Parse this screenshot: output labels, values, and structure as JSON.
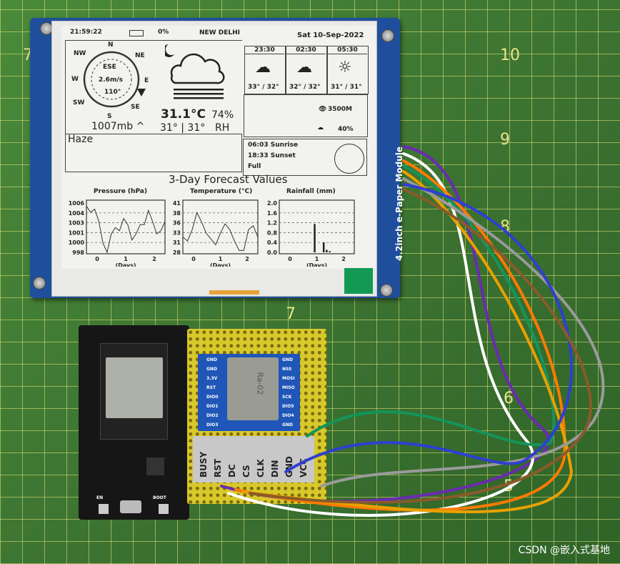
{
  "mat_numbers": [
    "7",
    "10",
    "9",
    "8",
    "7",
    "6",
    "5"
  ],
  "module": {
    "side_label": "4.2inch  e-Paper  Module"
  },
  "screen": {
    "time": "21:59:22",
    "battery": "0%",
    "city": "NEW DELHI",
    "date": "Sat  10-Sep-2022",
    "compass": {
      "dirs": [
        "N",
        "NE",
        "E",
        "SE",
        "S",
        "SW",
        "W",
        "NW"
      ],
      "wind_dir": "ESE",
      "wind_speed": "2.6m/s",
      "wind_deg": "110°"
    },
    "pressure": "1007mb ^",
    "temp": "31.1°C",
    "humidity": "74%",
    "hilo": "31° | 31°",
    "rh": "RH",
    "forecast": [
      {
        "time": "23:30",
        "temps": "33° / 32°",
        "icon": "moon-cloud"
      },
      {
        "time": "02:30",
        "temps": "32° / 32°",
        "icon": "moon-cloud"
      },
      {
        "time": "05:30",
        "temps": "31° / 31°",
        "icon": "moon-sun"
      }
    ],
    "visibility": "3500M",
    "cloud_cover": "40%",
    "condition": "Haze",
    "sunrise": "06:03 Sunrise",
    "sunset": "18:33 Sunset",
    "moon_phase": "Full",
    "forecast_title": "3-Day Forecast Values"
  },
  "chart_data": [
    {
      "type": "line",
      "title": "Pressure (hPa)",
      "xlabel": "(Days)",
      "x_ticks": [
        "0",
        "1",
        "2"
      ],
      "y_ticks": [
        "1006",
        "1004",
        "1003",
        "1001",
        "1000",
        "998"
      ],
      "ylim": [
        998,
        1006
      ],
      "values": [
        1005.5,
        1004.5,
        1005,
        1003,
        999.5,
        998,
        1001,
        1002,
        1001.5,
        1003.5,
        1002.5,
        1000,
        1001,
        1002.5,
        1002.5,
        1004.8,
        1003,
        1001,
        1001.5,
        1003
      ]
    },
    {
      "type": "line",
      "title": "Temperature (°C)",
      "xlabel": "(Days)",
      "x_ticks": [
        "0",
        "1",
        "2"
      ],
      "y_ticks": [
        "41",
        "38",
        "36",
        "33",
        "31",
        "28"
      ],
      "ylim": [
        28,
        41
      ],
      "values": [
        32,
        31,
        34,
        38.5,
        36,
        33,
        31.5,
        30,
        33,
        35.5,
        34,
        31,
        28.5,
        28.5,
        34,
        35,
        32
      ]
    },
    {
      "type": "bar",
      "title": "Rainfall (mm)",
      "xlabel": "(Days)",
      "x_ticks": [
        "0",
        "1",
        "2"
      ],
      "y_ticks": [
        "2.0",
        "1.6",
        "1.2",
        "0.8",
        "0.4",
        "0.0"
      ],
      "ylim": [
        0,
        2
      ],
      "values": [
        0,
        0,
        0,
        0,
        0,
        0,
        0,
        0,
        0,
        0,
        0,
        1.15,
        0,
        0,
        0.4,
        0.1,
        0.05,
        0,
        0,
        0,
        0,
        0,
        0,
        0
      ]
    }
  ],
  "lora": {
    "left_pins": [
      "GND",
      "GND",
      "3.3V",
      "RST",
      "DIO0",
      "DIO1",
      "DIO2",
      "DIO3"
    ],
    "right_pins": [
      "GND",
      "NSS",
      "MOSI",
      "MISO",
      "SCK",
      "DIO5",
      "DIO4",
      "GND"
    ],
    "chip": "Ra-02"
  },
  "epaper_pins": [
    "BUSY",
    "RST",
    "DC",
    "CS",
    "CLK",
    "DIN",
    "GND",
    "VCC"
  ],
  "esp32": {
    "boot": "BOOT",
    "en": "EN"
  },
  "watermark": "CSDN @嵌入式基地"
}
